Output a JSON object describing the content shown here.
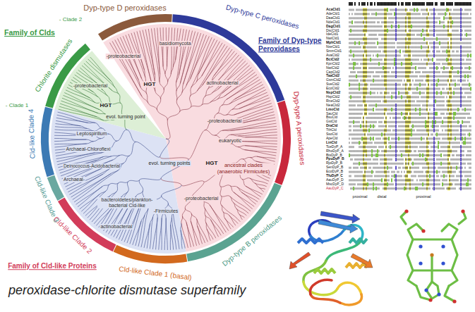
{
  "diagram": {
    "caption": "peroxidase-chlorite dismutase superfamily",
    "labels": [
      "Dyp-type D peroxidases",
      "Dyp-type C peroxidases",
      "Family of Dyp-type Peroxidases",
      "Dyp-type A peroxidases",
      "ancestral clades (anaerobic Firmicutes)",
      "Dyp-type B peroxidases",
      "Cld-like Clade 1 (basal)",
      "Cld-like Clade 2",
      "Family of Cld-like Proteins",
      "Cld-like Clade 3",
      "Cld-like Clade 4",
      "Chlorite dismutases",
      "Family of Clds",
      "- Clade 2",
      "- Clade 1",
      "HGT",
      "HGT",
      "HGT",
      "basidiomycota",
      "actinobacterial",
      "-proteobacterial",
      "eukaryotic",
      "-proteobacterial",
      "-Firmicutes",
      "bacteroidetes/plankton-bacterial Cld-like",
      "actinobacterial",
      "Archaeal-",
      "Deinococcus-Acidobacterial",
      "Archaeal-Chloroflexi",
      "Leptospirillum",
      "evol. turning point",
      "evol. turning points",
      "-proteobacterial",
      "-proteobacterial",
      "AcaCld1",
      "AdeCld1",
      "DaaCld1",
      "NdeCld1",
      "DagCld1",
      "DscCld1",
      "IdeCld1",
      "NwiCld1",
      "MphCld1",
      "NxeCld1",
      "SmmCld1",
      "AvaCld2",
      "BciCld2",
      "KpnCld2",
      "NwiCld2",
      "CapCld2",
      "TaaCld2",
      "GsmCld2",
      "SveCld2",
      "EcoCld2",
      "NspCld2",
      "HspCld2",
      "RneCld2",
      "NeaCld2",
      "LmoCld",
      "SauCld",
      "BsuCld",
      "GstCld",
      "DraCld",
      "TthCld",
      "SsoCld",
      "ApeCld",
      "LinCld",
      "TceDyP_A",
      "RhoDyP_A",
      "BtsDyP_B",
      "PpuDyP_B",
      "RjoDyP_B",
      "SenDyP_B",
      "EcoDyP_B",
      "TfuDyP_C",
      "AauDyP_D",
      "MscDyP_D",
      "AauDyP_C",
      "proximal",
      "distal",
      "proximal"
    ]
  }
}
